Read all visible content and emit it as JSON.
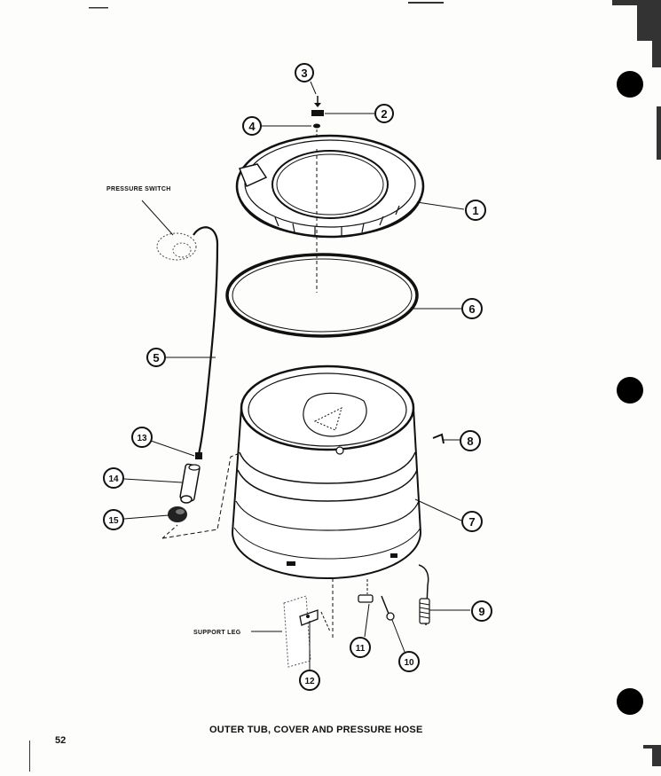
{
  "callouts": [
    {
      "n": "1"
    },
    {
      "n": "2"
    },
    {
      "n": "3"
    },
    {
      "n": "4"
    },
    {
      "n": "5"
    },
    {
      "n": "6"
    },
    {
      "n": "7"
    },
    {
      "n": "8"
    },
    {
      "n": "9"
    },
    {
      "n": "10"
    },
    {
      "n": "11"
    },
    {
      "n": "12"
    },
    {
      "n": "13"
    },
    {
      "n": "14"
    },
    {
      "n": "15"
    }
  ],
  "labels": {
    "pressure_switch": "PRESSURE SWITCH",
    "support_leg": "SUPPORT LEG"
  },
  "caption": "OUTER TUB, COVER AND PRESSURE HOSE",
  "page_number": "52"
}
